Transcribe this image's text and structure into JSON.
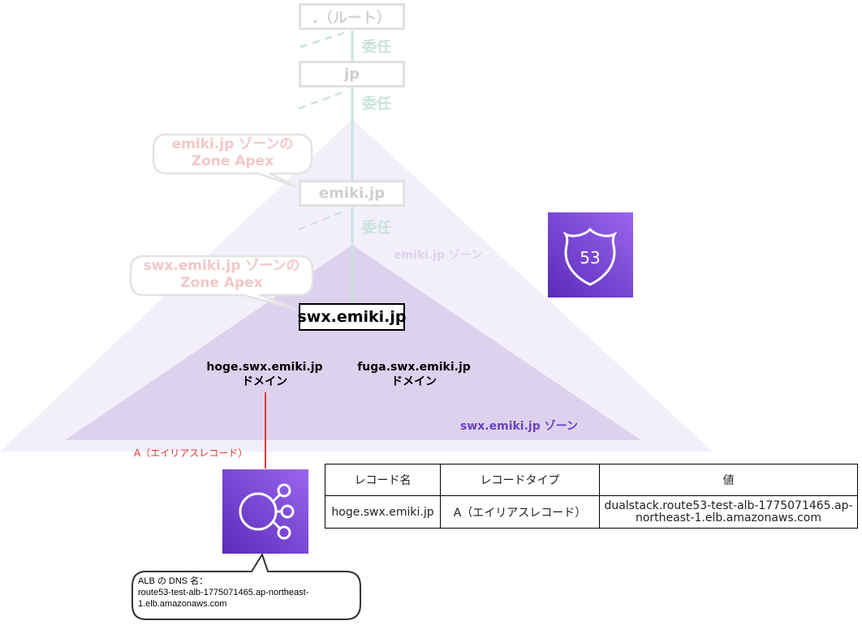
{
  "hierarchy": {
    "root_label": ".（ルート）",
    "jp_label": "jp",
    "emiki_label": "emiki.jp",
    "swx_label": "swx.emiki.jp",
    "delegate_label_1": "委任",
    "delegate_label_2": "委任",
    "delegate_label_3": "委任"
  },
  "zones": {
    "emiki_zone": "emiki.jp ゾーン",
    "swx_zone": "swx.emiki.jp ゾーン"
  },
  "callouts": {
    "emiki_apex_line1": "emiki.jp ゾーンの",
    "emiki_apex_line2": "Zone Apex",
    "swx_apex_line1": "swx.emiki.jp ゾーンの",
    "swx_apex_line2": "Zone Apex",
    "alb_dns_line1": "ALB の DNS 名：",
    "alb_dns_line2": "route53-test-alb-1775071465.ap-northeast-",
    "alb_dns_line3": "1.elb.amazonaws.com"
  },
  "domains": {
    "hoge_line1": "hoge.swx.emiki.jp",
    "hoge_line2": "ドメイン",
    "fuga_line1": "fuga.swx.emiki.jp",
    "fuga_line2": "ドメイン"
  },
  "alias_link_label": "A（エイリアスレコード）",
  "route53_icon_text": "53",
  "record_table": {
    "headers": [
      "レコード名",
      "レコードタイプ",
      "値"
    ],
    "row": {
      "name": "hoge.swx.emiki.jp",
      "type": "A（エイリアスレコード）",
      "value_line1": "dualstack.route53-test-alb-1775071465.ap-",
      "value_line2": "northeast-1.elb.amazonaws.com"
    }
  },
  "colors": {
    "outer_zone_fill": "#f3effa",
    "inner_zone_fill": "#ddd2ee",
    "aws_purple_top": "#9a65f0",
    "aws_purple_bottom": "#5a2bb8",
    "alias_red": "#e53935",
    "delegate_teal": "#c9e3dc",
    "callout_faded_red": "#f2c7c7",
    "swx_zone_text": "#6a3fc4"
  }
}
